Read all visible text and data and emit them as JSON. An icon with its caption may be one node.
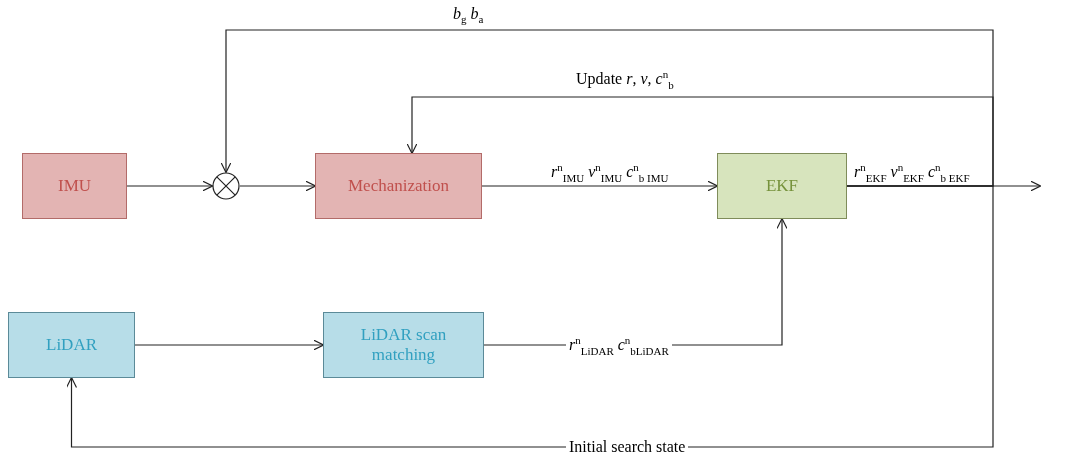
{
  "diagram": {
    "nodes": [
      {
        "text": [
          "IMU"
        ]
      },
      {
        "text": [],
        "shape": "circle"
      },
      {
        "text": [
          "Mechanization"
        ]
      },
      {
        "text": [
          "EKF"
        ]
      },
      {
        "text": [
          "LiDAR"
        ]
      },
      {
        "text": [
          "LiDAR scan matching"
        ]
      }
    ],
    "edges": [
      {
        "from": 0,
        "to": 1,
        "arrow": "to"
      },
      {
        "from": 1,
        "to": 2,
        "arrow": "to"
      },
      {
        "from": 2,
        "to": 3,
        "arrow": "to",
        "label": "*r*$^{n}$$_{IMU}$ *v*$^{n}$$_{IMU}$ *c*$^{n}$$_{b IMU}$"
      },
      {
        "from": 3,
        "to": null,
        "arrow": "to",
        "label": "*r*$^{n}$$_{EKF}$ *v*$^{n}$$_{EKF}$ *c*$^{n}$$_{b EKF}$"
      },
      {
        "from": 3,
        "to": 1,
        "arrow": "to",
        "label": "*b*$_{g}$ *b*$_{a}$"
      },
      {
        "from": 3,
        "to": 2,
        "arrow": "to",
        "label": "Update *r*, *v*, *c*$^{n}$$_{b}$"
      },
      {
        "from": 4,
        "to": 5,
        "arrow": "to"
      },
      {
        "from": 5,
        "to": 3,
        "arrow": "to",
        "label": "*r*$^{n}$$_{LiDAR}$ *c*$^{n}$$_{bLiDAR}$"
      },
      {
        "from": 3,
        "to": 4,
        "arrow": "to",
        "label": "Initial search state"
      }
    ]
  }
}
